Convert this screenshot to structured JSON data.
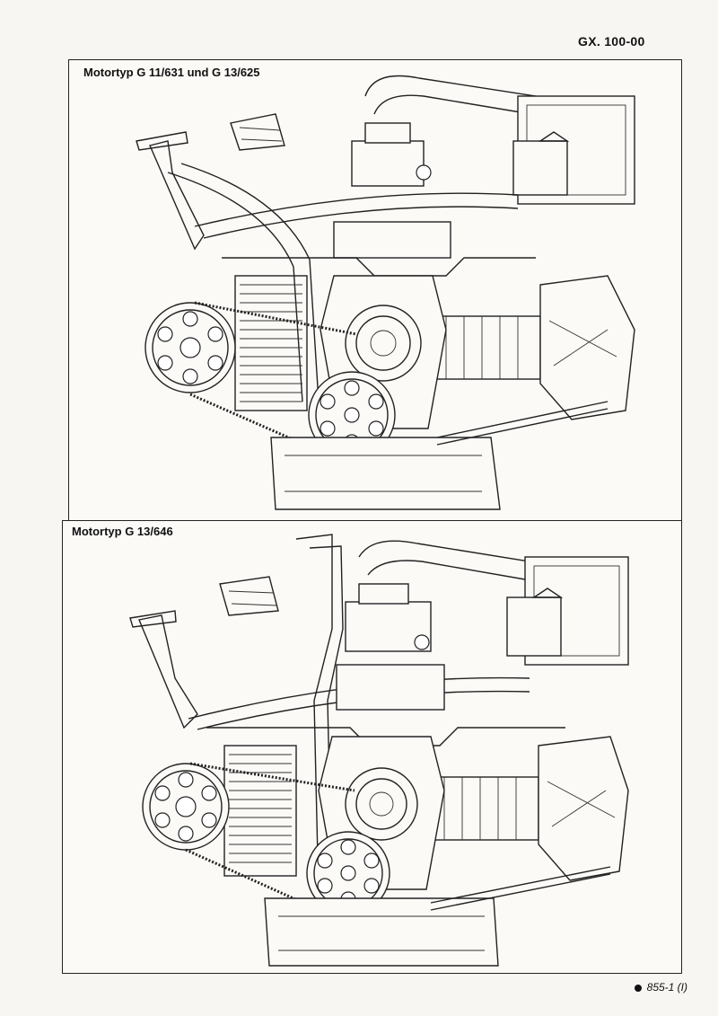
{
  "header": {
    "doc_code": "GX. 100-00"
  },
  "panels": [
    {
      "title": "Motortyp G 11/631 und G 13/625"
    },
    {
      "title": "Motortyp G 13/646"
    }
  ],
  "footer": {
    "page_ref": "855-1 (I)"
  },
  "colors": {
    "line": "#222222",
    "paper": "#f7f6f2"
  }
}
